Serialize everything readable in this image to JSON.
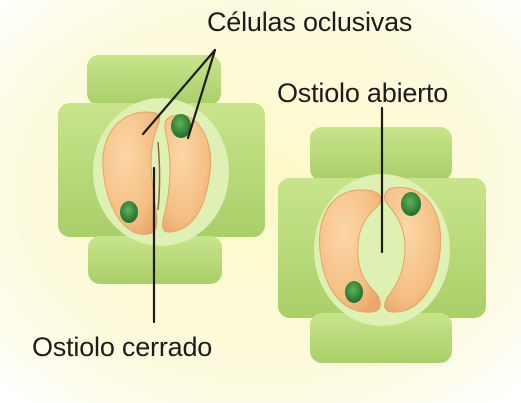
{
  "labels": {
    "guard_cells": "Células oclusivas",
    "open_pore": "Ostiolo abierto",
    "closed_pore": "Ostiolo cerrado"
  },
  "colors": {
    "background": "#fdfbe2",
    "epidermal_cell": "#b8d978",
    "guard_cell": "#f6c38a",
    "chloroplast": "#2f8a3a",
    "line": "#1c1c1c"
  }
}
